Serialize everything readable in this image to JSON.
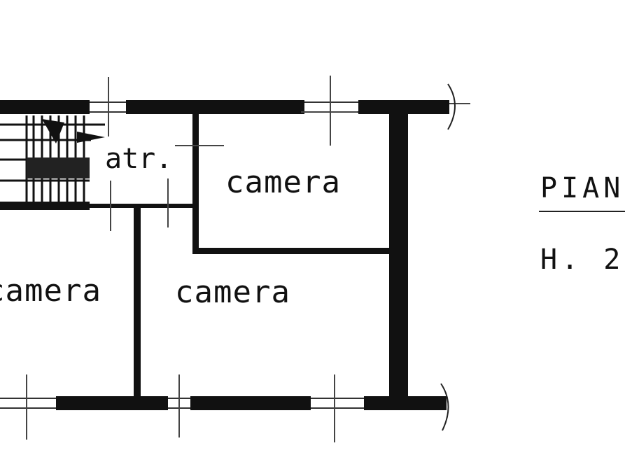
{
  "rooms": {
    "atrio": "atr.",
    "camera_top": "camera",
    "camera_left": "camera",
    "camera_center": "camera"
  },
  "side_text": {
    "title": "PIAN",
    "height": "H. 2"
  },
  "colors": {
    "wall": "#111111",
    "paper": "#ffffff"
  }
}
